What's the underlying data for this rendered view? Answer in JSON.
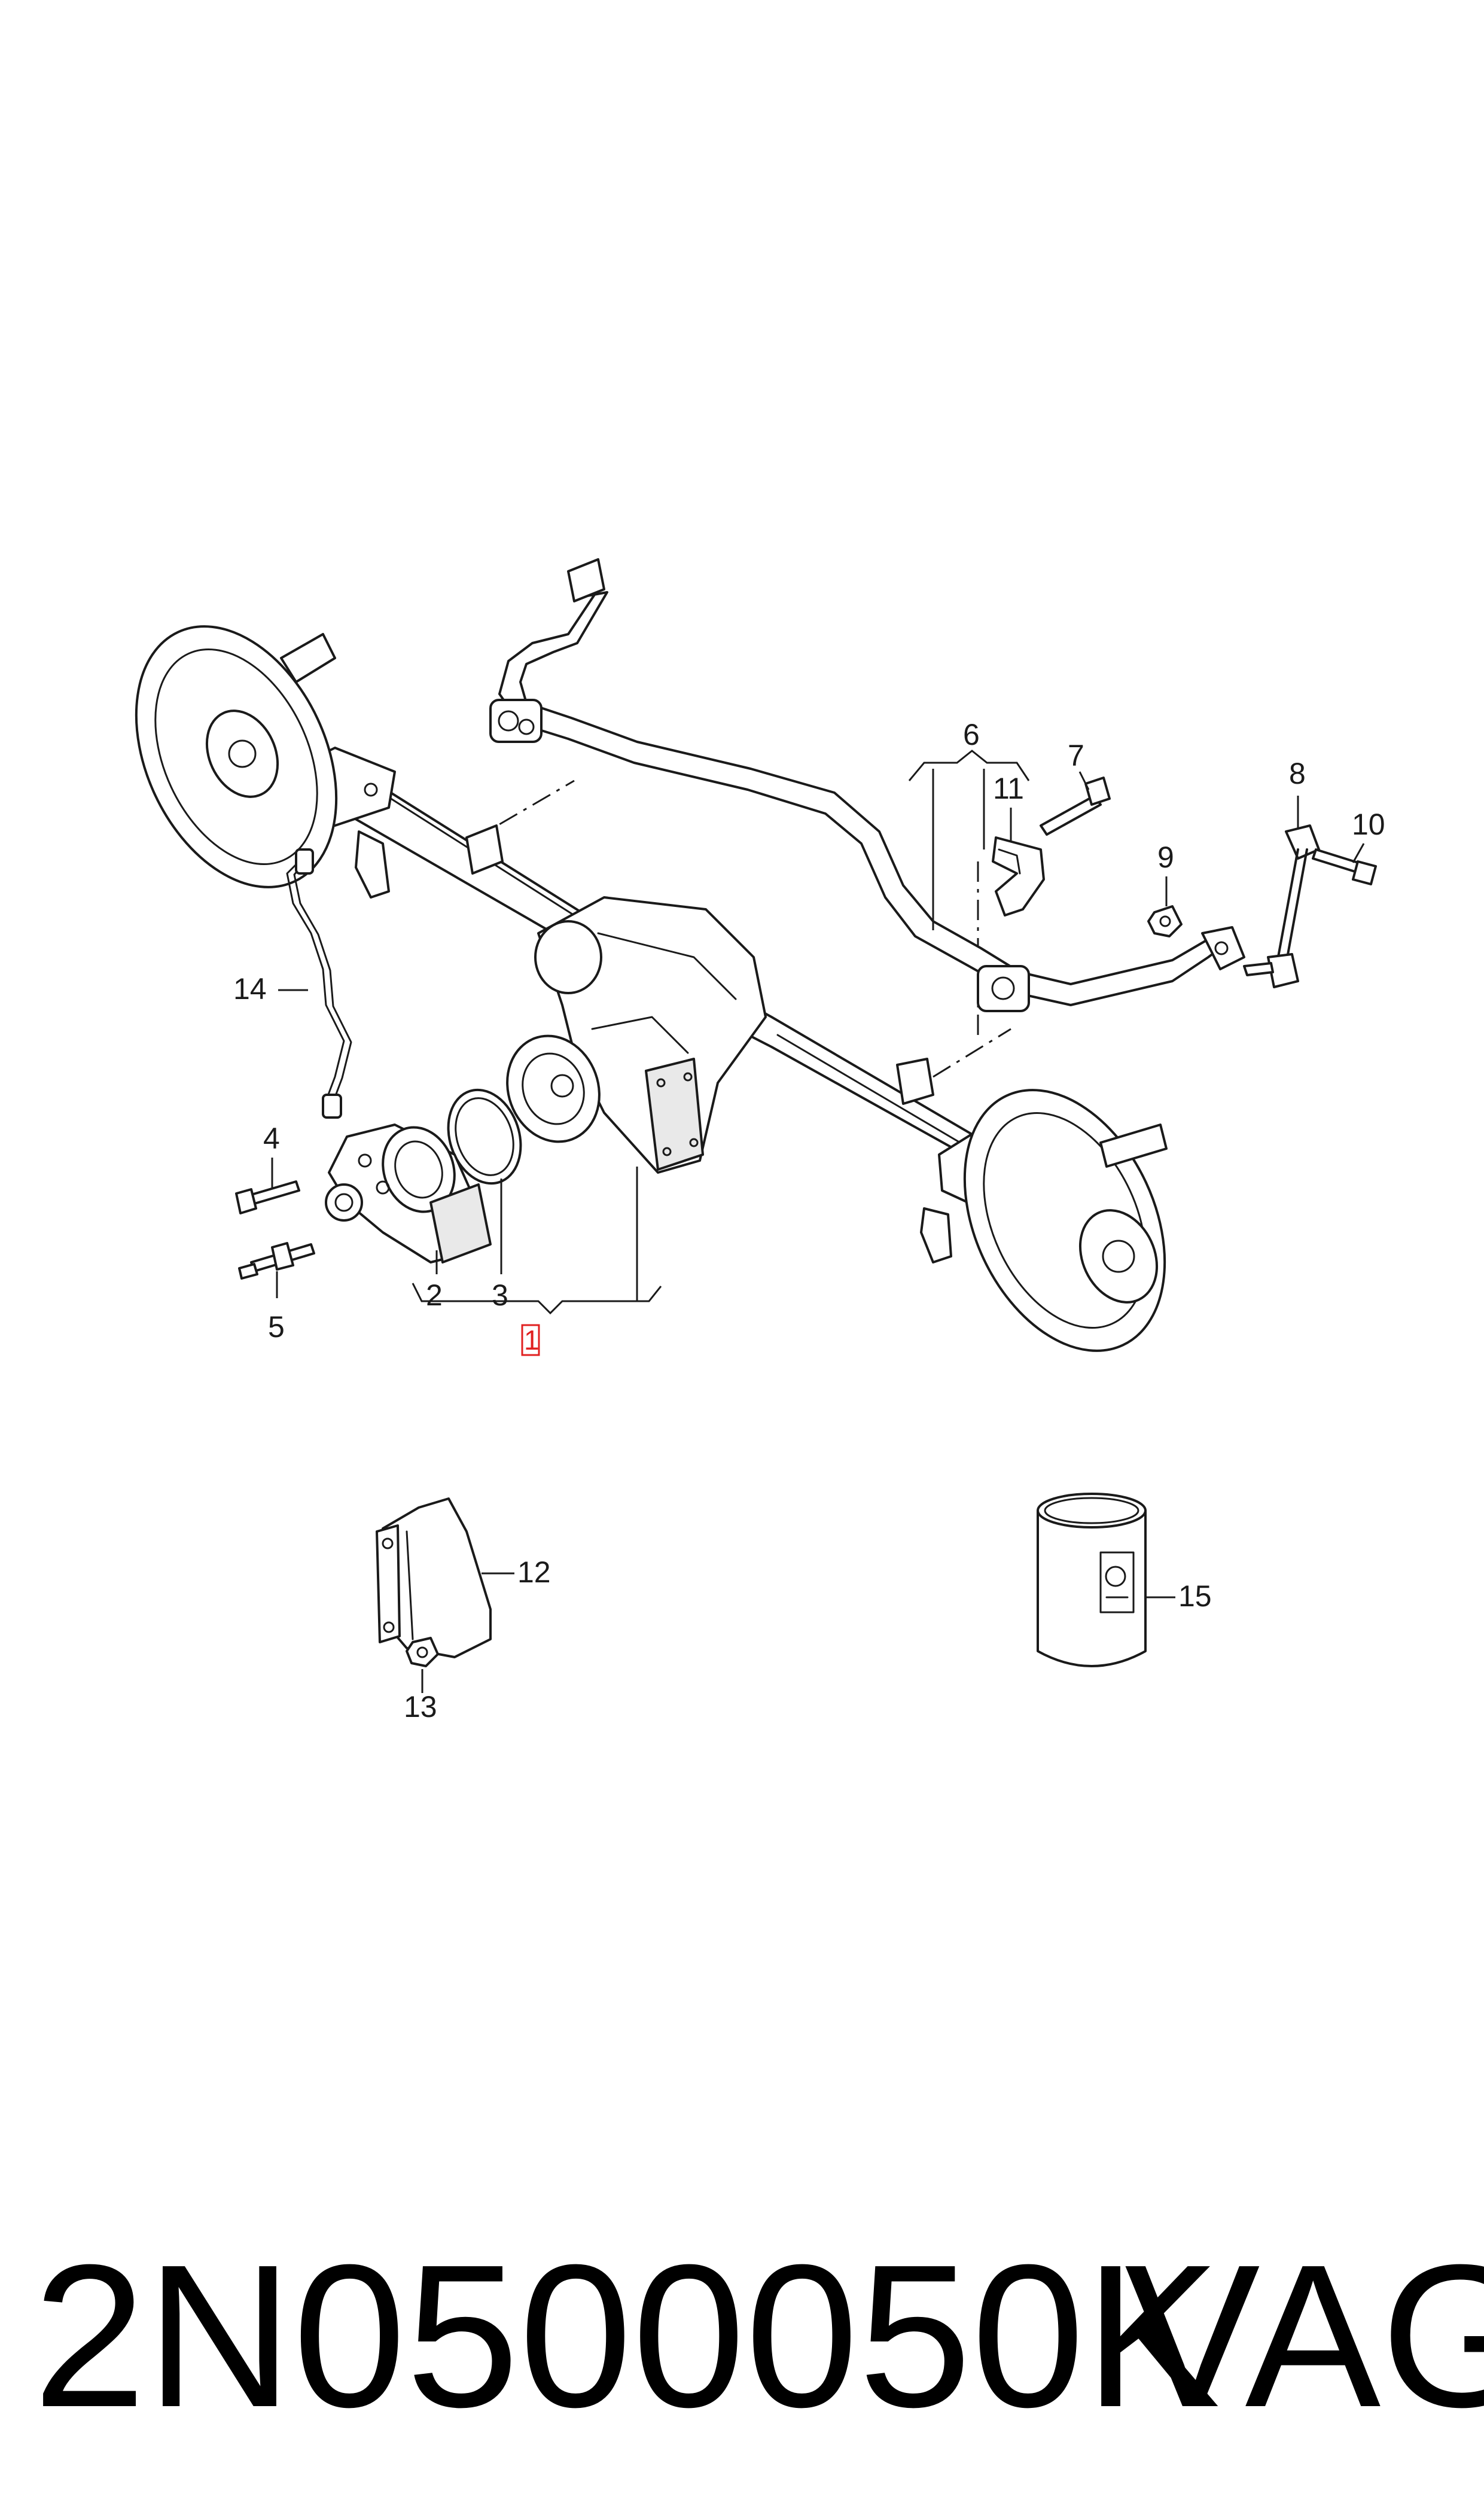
{
  "callouts": [
    {
      "id": "1",
      "label": "1"
    },
    {
      "id": "2",
      "label": "2"
    },
    {
      "id": "3",
      "label": "3"
    },
    {
      "id": "4",
      "label": "4"
    },
    {
      "id": "5",
      "label": "5"
    },
    {
      "id": "6",
      "label": "6"
    },
    {
      "id": "7",
      "label": "7"
    },
    {
      "id": "8",
      "label": "8"
    },
    {
      "id": "9",
      "label": "9"
    },
    {
      "id": "10",
      "label": "10"
    },
    {
      "id": "11",
      "label": "11"
    },
    {
      "id": "12",
      "label": "12"
    },
    {
      "id": "13",
      "label": "13"
    },
    {
      "id": "14",
      "label": "14"
    },
    {
      "id": "15",
      "label": "15"
    }
  ],
  "footer": {
    "part_number": "2N0500050K",
    "brand": "VAG"
  },
  "colors": {
    "line": "#1a1a1a",
    "highlight": "#e02020",
    "background": "#ffffff"
  }
}
